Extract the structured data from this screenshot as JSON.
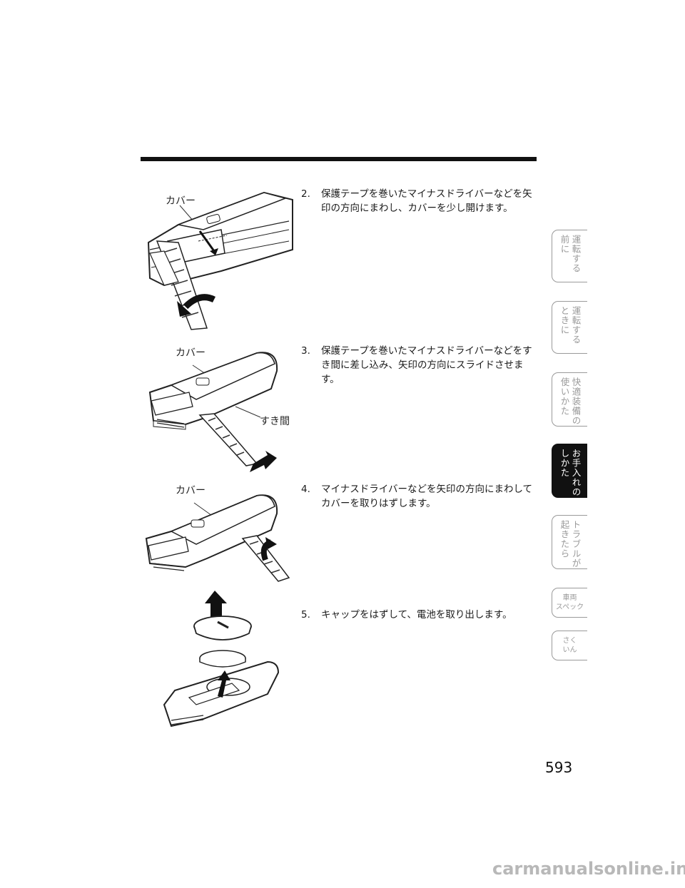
{
  "steps": [
    {
      "num": "2.",
      "text": "保護テープを巻いたマイナスドライバーなどを矢印の方向にまわし、カバーを少し開けます。"
    },
    {
      "num": "3.",
      "text": "保護テープを巻いたマイナスドライバーなどをすき間に差し込み、矢印の方向にスライドさせます。"
    },
    {
      "num": "4.",
      "text": "マイナスドライバーなどを矢印の方向にまわしてカバーを取りはずします。"
    },
    {
      "num": "5.",
      "text": "キャップをはずして、電池を取り出します。"
    }
  ],
  "labels": {
    "cover1": "カバー",
    "cover2": "カバー",
    "gap": "すき間",
    "cover3": "カバー"
  },
  "tabs": [
    {
      "col1": "運転する",
      "col2": "前に",
      "active": false
    },
    {
      "col1": "運転する",
      "col2": "ときに",
      "active": false
    },
    {
      "col1": "快適装備の",
      "col2": "使いかた",
      "active": false
    },
    {
      "col1": "お手入れの",
      "col2": "しかた",
      "active": true
    },
    {
      "col1": "トラブルが",
      "col2": "起きたら",
      "active": false
    },
    {
      "row1": "車両",
      "row2": "スペック",
      "active": false
    },
    {
      "row1": "さく",
      "row2": "いん",
      "active": false
    }
  ],
  "page_number": "593",
  "watermark": "carmanualsonline.info"
}
